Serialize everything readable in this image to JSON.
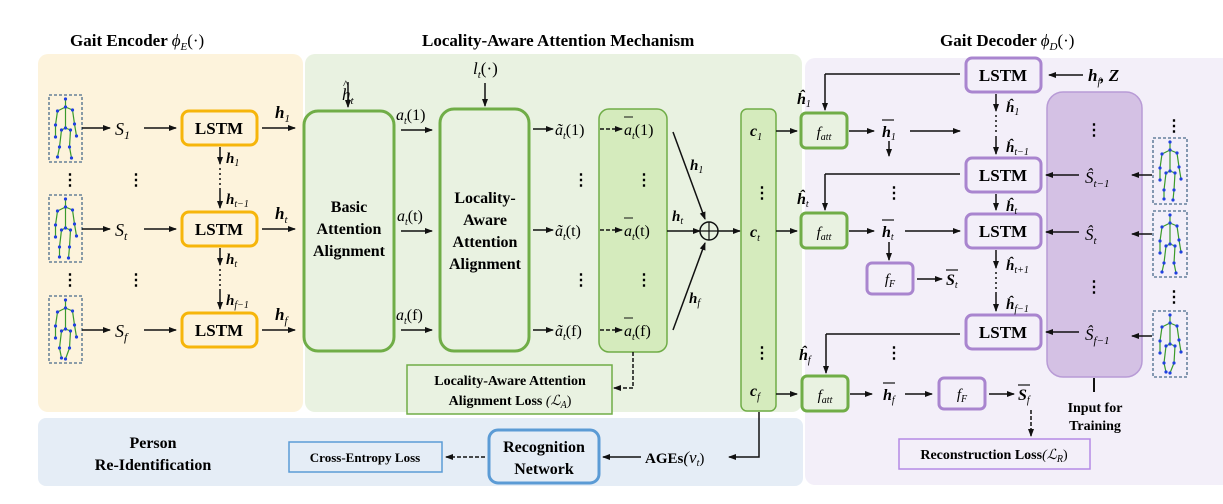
{
  "colors": {
    "encoder_bg": "#fdf3dc",
    "attention_bg": "#e9f2e1",
    "decoder_bg": "#f3eff9",
    "reid_bg": "#e5edf6",
    "encoder_lstm_border": "#f6b50a",
    "attention_border": "#70ad47",
    "attention_fill": "#d5ebbd",
    "decoder_border": "#a985cf",
    "decoder_input_fill": "#d4c1e4",
    "reid_border": "#5b9bd5",
    "skeleton_box": "#4a6a8a",
    "skeleton_line": "#3a9a2a",
    "skeleton_joint": "#2040e0"
  },
  "sections": {
    "encoder": {
      "title": "Gait Encoder",
      "title_math": "ϕ",
      "title_sub": "E",
      "title_arg": "(·)"
    },
    "attention": {
      "title": "Locality-Aware Attention Mechanism"
    },
    "decoder": {
      "title": "Gait  Decoder",
      "title_math": "ϕ",
      "title_sub": "D",
      "title_arg": "(·)"
    },
    "reid": {
      "title_line1": "Person",
      "title_line2": "Re-Identification"
    }
  },
  "encoder": {
    "rows": [
      {
        "input": "S",
        "input_sub": "1",
        "lstm": "LSTM",
        "out": "h",
        "out_sub": "1"
      },
      {
        "input": "S",
        "input_sub": "t",
        "lstm": "LSTM",
        "out": "h",
        "out_sub": "t"
      },
      {
        "input": "S",
        "input_sub": "f",
        "lstm": "LSTM",
        "out": "h",
        "out_sub": "f"
      }
    ],
    "recurrent": [
      {
        "top": "h",
        "top_sub": "1",
        "bottom": "h",
        "bottom_sub": "t−1"
      },
      {
        "top": "h",
        "top_sub": "t",
        "bottom": "h",
        "bottom_sub": "f−1"
      }
    ]
  },
  "attention": {
    "basic_block": {
      "line1": "Basic",
      "line2": "Attention",
      "line3": "Alignment"
    },
    "basic_input": {
      "sym": "h",
      "sub": "t",
      "hat": true
    },
    "locality_block": {
      "line1": "Locality-",
      "line2": "Aware",
      "line3": "Attention",
      "line4": "Alignment"
    },
    "locality_input": {
      "sym": "l",
      "sub": "t",
      "arg": "(·)"
    },
    "a_labels": [
      {
        "sym": "a",
        "sub": "t",
        "arg": "(1)"
      },
      {
        "sym": "a",
        "sub": "t",
        "arg": "(t)"
      },
      {
        "sym": "a",
        "sub": "t",
        "arg": "(f)"
      }
    ],
    "a_tilde": [
      {
        "sym": "ã",
        "sub": "t",
        "arg": "(1)"
      },
      {
        "sym": "ã",
        "sub": "t",
        "arg": "(t)"
      },
      {
        "sym": "ã",
        "sub": "t",
        "arg": "(f)"
      }
    ],
    "a_bar": [
      {
        "sym": "a",
        "sub": "t",
        "arg": "(1)"
      },
      {
        "sym": "a",
        "sub": "t",
        "arg": "(t)"
      },
      {
        "sym": "a",
        "sub": "t",
        "arg": "(f)"
      }
    ],
    "weights": [
      {
        "sym": "h",
        "sub": "1"
      },
      {
        "sym": "h",
        "sub": "t"
      },
      {
        "sym": "h",
        "sub": "f"
      }
    ],
    "sum_symbol": "⊕",
    "context": [
      {
        "sym": "c",
        "sub": "1"
      },
      {
        "sym": "c",
        "sub": "t"
      },
      {
        "sym": "c",
        "sub": "f"
      }
    ],
    "loss": {
      "line1": "Locality-Aware Attention",
      "line2": "Alignment Loss",
      "math": "(ℒ",
      "math_sub": "A",
      "math_end": ")"
    }
  },
  "decoder": {
    "f_att": [
      {
        "label": "f",
        "sub": "att",
        "in": "ĥ",
        "in_sub": "1",
        "out": "h",
        "out_sub": "1"
      },
      {
        "label": "f",
        "sub": "att",
        "in": "ĥ",
        "in_sub": "t",
        "out": "h",
        "out_sub": "t"
      },
      {
        "label": "f",
        "sub": "att",
        "in": "ĥ",
        "in_sub": "f",
        "out": "h",
        "out_sub": "f"
      }
    ],
    "f_F": [
      {
        "label": "f",
        "sub": "F",
        "out": "S",
        "out_sub": "t"
      },
      {
        "label": "f",
        "sub": "F",
        "out": "S",
        "out_sub": "f"
      }
    ],
    "lstm_label": "LSTM",
    "top_input": {
      "text": "h",
      "sub": "f",
      "extra": ", Z"
    },
    "recurrent": [
      {
        "sym": "ĥ",
        "sub": "1"
      },
      {
        "sym": "ĥ",
        "sub": "t−1"
      },
      {
        "sym": "ĥ",
        "sub": "t"
      },
      {
        "sym": "ĥ",
        "sub": "t+1"
      },
      {
        "sym": "ĥ",
        "sub": "f−1"
      }
    ],
    "training_inputs": [
      {
        "sym": "Ŝ",
        "sub": "t−1"
      },
      {
        "sym": "Ŝ",
        "sub": "t"
      },
      {
        "sym": "Ŝ",
        "sub": "f−1"
      }
    ],
    "training_label_line1": "Input for",
    "training_label_line2": "Training",
    "loss": {
      "label": "Reconstruction Loss",
      "math": "(ℒ",
      "math_sub": "R",
      "math_end": ")"
    }
  },
  "reid": {
    "network_line1": "Recognition",
    "network_line2": "Network",
    "loss_label": "Cross-Entropy Loss",
    "ages_label": "AGEs",
    "ages_math": "(v",
    "ages_sub": "t",
    "ages_end": ")"
  },
  "vertical_dots": "⋮"
}
